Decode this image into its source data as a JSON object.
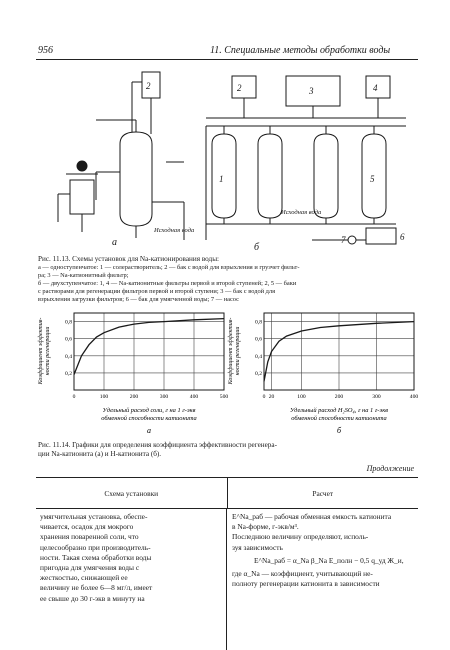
{
  "header": {
    "page_number": "956",
    "title": "11. Специальные методы обработки воды"
  },
  "figure_11_13": {
    "labels": {
      "source_water_a": "Исходная вода",
      "source_water_b": "Исходная вода",
      "letter_a": "а",
      "letter_b": "б",
      "num_1": "1",
      "num_2": "2",
      "num_3": "3",
      "num_4": "4",
      "num_5": "5",
      "num_6": "6",
      "num_7": "7"
    },
    "caption_lines": [
      "Рис. 11.13. Схемы установок для Na-катионирования воды:",
      "а — одноступенчатое: 1 — солерастворитель; 2 — бак с водой для взрыхления и грузчет фильт-",
      "ра; 3 — Na-катионитный фильтр;",
      "б — двухступенчатое: 1, 4 — Na-катионитные фильтры первой и второй ступеней; 2, 5 — баки",
      "с растворами для регенерации фильтров первой и второй ступени; 3 — бак с водой для",
      "взрыхления загрузки фильтров; 6 — бак для умягченной воды; 7 — насос"
    ]
  },
  "figure_11_14": {
    "charts": [
      {
        "ylabel_lines": [
          "Коэффициент эффектив-",
          "ности регенерации"
        ],
        "xlabel_lines": [
          "Удельный расход соли, г на 1 г-экв",
          "обменной способности катионита"
        ],
        "letter": "а",
        "x_ticks": [
          "0",
          "100",
          "200",
          "300",
          "400",
          "500"
        ],
        "y_ticks": [
          "0,2",
          "0,4",
          "0,6",
          "0,8"
        ]
      },
      {
        "ylabel_lines": [
          "Коэффициент эффектив-",
          "ности регенерации"
        ],
        "xlabel_lines": [
          "Удельный расход H₂SO₄, г на 1 г-экв",
          "обменной способности катионита"
        ],
        "letter": "б",
        "x_ticks": [
          "0",
          "20",
          "100",
          "200",
          "300",
          "400"
        ],
        "y_ticks": [
          "0,2",
          "0,4",
          "0,6",
          "0,8"
        ]
      }
    ],
    "caption_lines": [
      "Рис. 11.14. Графики для определения коэффициента эффективности регенера-",
      "ции Na-катионита (а) и H-катионита (б)."
    ]
  },
  "chart_data": [
    {
      "type": "line",
      "x": [
        0,
        25,
        50,
        75,
        100,
        150,
        200,
        250,
        300,
        400,
        500
      ],
      "y": [
        0.18,
        0.4,
        0.53,
        0.62,
        0.67,
        0.735,
        0.77,
        0.79,
        0.8,
        0.82,
        0.835
      ],
      "xlabel": "Удельный расход соли, г на 1 г-экв обменной способности катионита",
      "ylabel": "Коэффициент эффективности регенерации",
      "xlim": [
        0,
        500
      ],
      "ylim": [
        0,
        0.9
      ],
      "grid": true
    },
    {
      "type": "line",
      "x": [
        0,
        10,
        20,
        40,
        60,
        100,
        150,
        200,
        300,
        400
      ],
      "y": [
        0.1,
        0.33,
        0.45,
        0.57,
        0.63,
        0.69,
        0.73,
        0.75,
        0.78,
        0.8
      ],
      "xlabel": "Удельный расход H₂SO₄, г на 1 г-экв обменной способности катионита",
      "ylabel": "Коэффициент эффективности регенерации",
      "xlim": [
        0,
        400
      ],
      "ylim": [
        0,
        0.9
      ],
      "grid": true
    }
  ],
  "table": {
    "label": "Продолжение",
    "col1_header": "Схема установки",
    "col2_header": "Расчет",
    "col1_lines": [
      "умягчительная установка, обеспе-",
      "чивается, осадок для мокрого",
      "хранения поваренной соли, что",
      "целесообразно при производитель-",
      "ности. Такая схема обработки воды",
      "пригодна для умягчения воды с",
      "жесткостью, снижающей ее",
      "величину не более 6—8 мг/л, имеет",
      "ее свыше до 30 г-экв в минуту на"
    ],
    "col2_lines": [
      "E^Na_раб — рабочая обменная емкость катионита",
      "в Na-форме, г-экв/м³.",
      "Последнюю величину определяют, исполь-",
      "зуя зависимость",
      "E^Na_раб = α_Na β_Na E_полн − 0,5 q_уд Ж_и,",
      "где α_Na — коэффициент, учитывающий не-",
      "полноту регенерации катионита в зависимости"
    ]
  }
}
